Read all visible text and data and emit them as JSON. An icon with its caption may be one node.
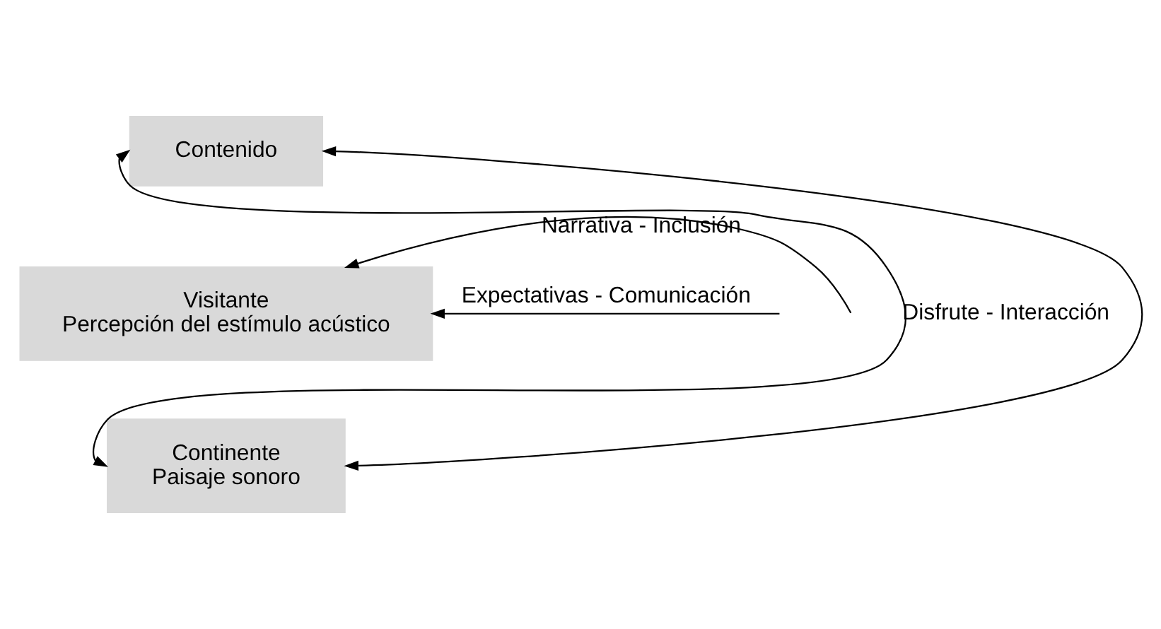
{
  "diagram": {
    "nodes": [
      {
        "text": [
          "Contenido"
        ]
      },
      {
        "text": [
          "Visitante",
          "Percepción del estímulo acústico"
        ]
      },
      {
        "text": [
          "Continente",
          "Paisaje sonoro"
        ]
      }
    ],
    "edges": [
      {
        "from": 2,
        "to": 0,
        "arrow": "both",
        "label": "Disfrute - Interacción"
      },
      {
        "from": 2,
        "to": 0,
        "arrow": "both"
      },
      {
        "from": null,
        "to": 1,
        "arrow": "to",
        "label": "Narrativa - Inclusión"
      },
      {
        "from": null,
        "to": 1,
        "arrow": "to",
        "label": "Expectativas - Comunicación"
      }
    ]
  }
}
